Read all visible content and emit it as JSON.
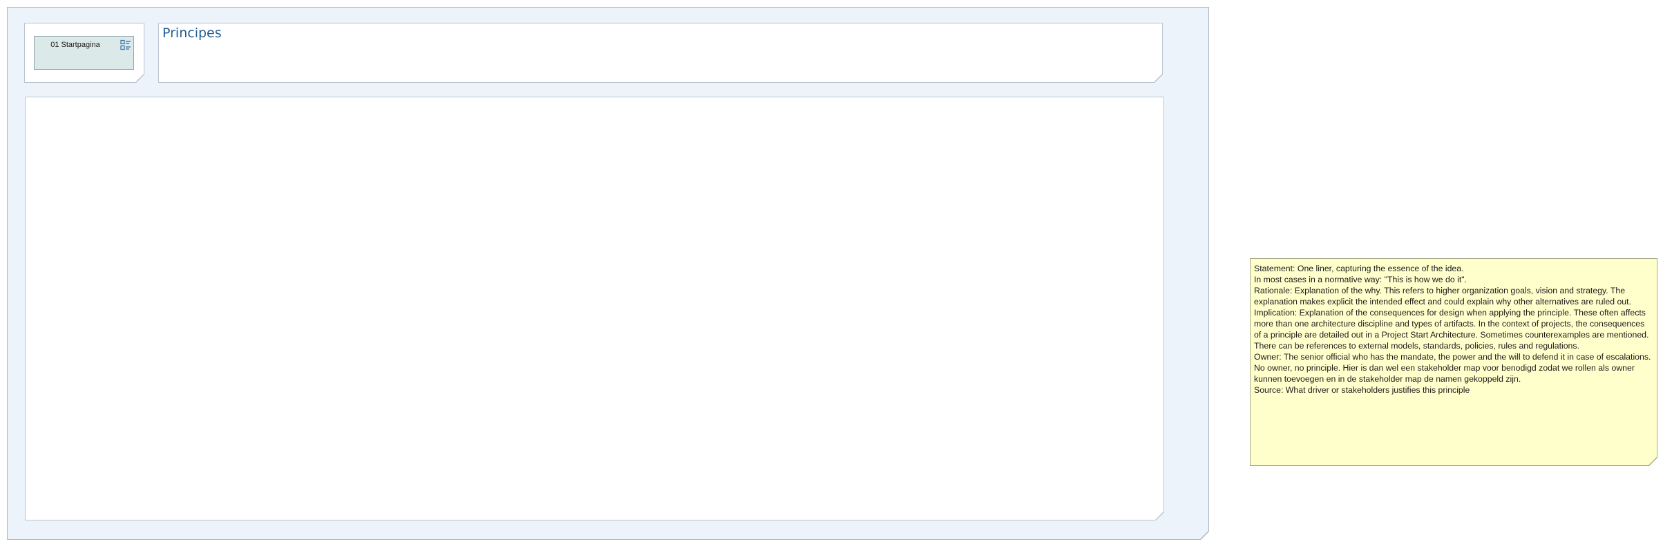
{
  "navigation": {
    "start_label": "01 Startpagina"
  },
  "title": "Principes",
  "note": {
    "lines": [
      "Statement: One liner, capturing the essence of the idea.",
      "In most cases in a normative way: \"This is how we do it\".",
      "Rationale: Explanation of the why. This refers to higher organization goals, vision and strategy. The explanation makes  explicit the intended effect and could explain why other alternatives are ruled out.",
      "Implication: Explanation of the consequences for design when applying the principle. These often affects more than  one architecture discipline and types of artifacts. In the context of projects, the consequences of a principle are detailed out in a Project Start Architecture.  Sometimes counterexamples are mentioned. There can be references to external models, standards,  policies, rules and regulations.",
      "Owner: The senior official who has the mandate, the power and the will to defend it in case of escalations. No  owner, no principle. Hier is dan wel een stakeholder map voor benodigd zodat we rollen als owner kunnen toevoegen en in de stakeholder map de namen gekoppeld zijn.",
      "Source: What driver or stakeholders justifies this principle"
    ]
  },
  "colors": {
    "frame_fill": "#edf3fa",
    "title_text": "#1f5a96",
    "note_fill": "#ffffcc",
    "nav_fill": "#dbe9e8"
  },
  "icons": {
    "navigation": "view-reference-icon"
  }
}
